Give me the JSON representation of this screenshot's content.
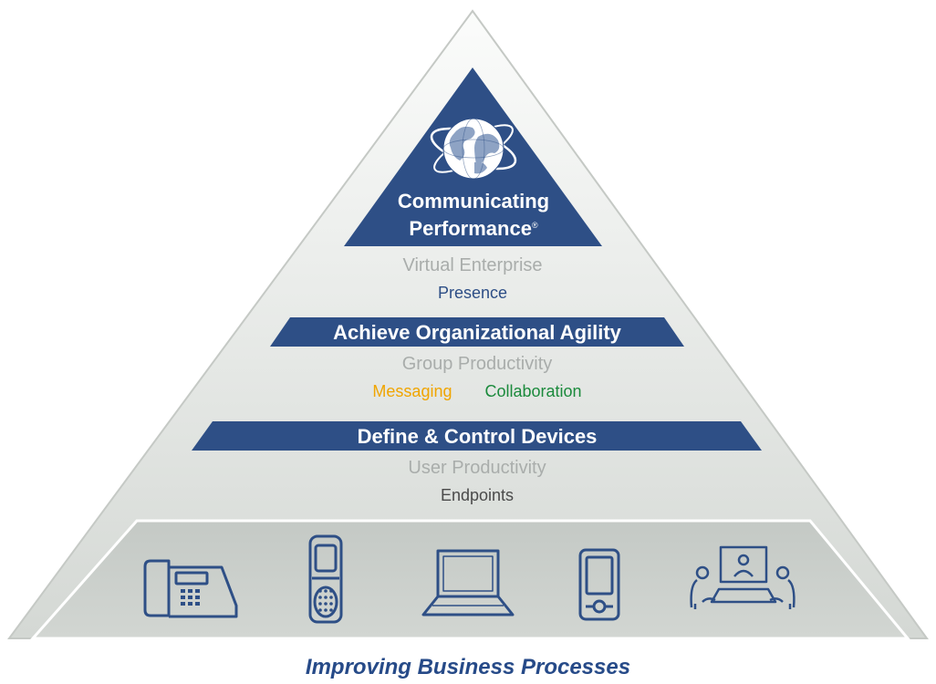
{
  "apex": {
    "title_line1": "Communicating",
    "title_line2": "Performance",
    "registered_mark": "®"
  },
  "tiers": [
    {
      "band_label": "",
      "sub_label": "Virtual Enterprise",
      "items": [
        {
          "label": "Presence",
          "color": "#2d4e86"
        }
      ]
    },
    {
      "band_label": "Achieve Organizational Agility",
      "sub_label": "Group Productivity",
      "items": [
        {
          "label": "Messaging",
          "color": "#f0a500"
        },
        {
          "label": "Collaboration",
          "color": "#1b8a3c"
        }
      ]
    },
    {
      "band_label": "Define & Control Devices",
      "sub_label": "User Productivity",
      "items": [
        {
          "label": "Endpoints",
          "color": "#4a4a4a"
        }
      ]
    }
  ],
  "devices": [
    "desk-phone-icon",
    "mobile-phone-icon",
    "laptop-icon",
    "pda-icon",
    "video-conference-icon"
  ],
  "caption": "Improving Business Processes",
  "colors": {
    "band": "#2e4f86",
    "pyramid_top": "#f8f9f8",
    "pyramid_bottom": "#d6dad6",
    "base": "#c8cdc9",
    "caption": "#264a88"
  }
}
